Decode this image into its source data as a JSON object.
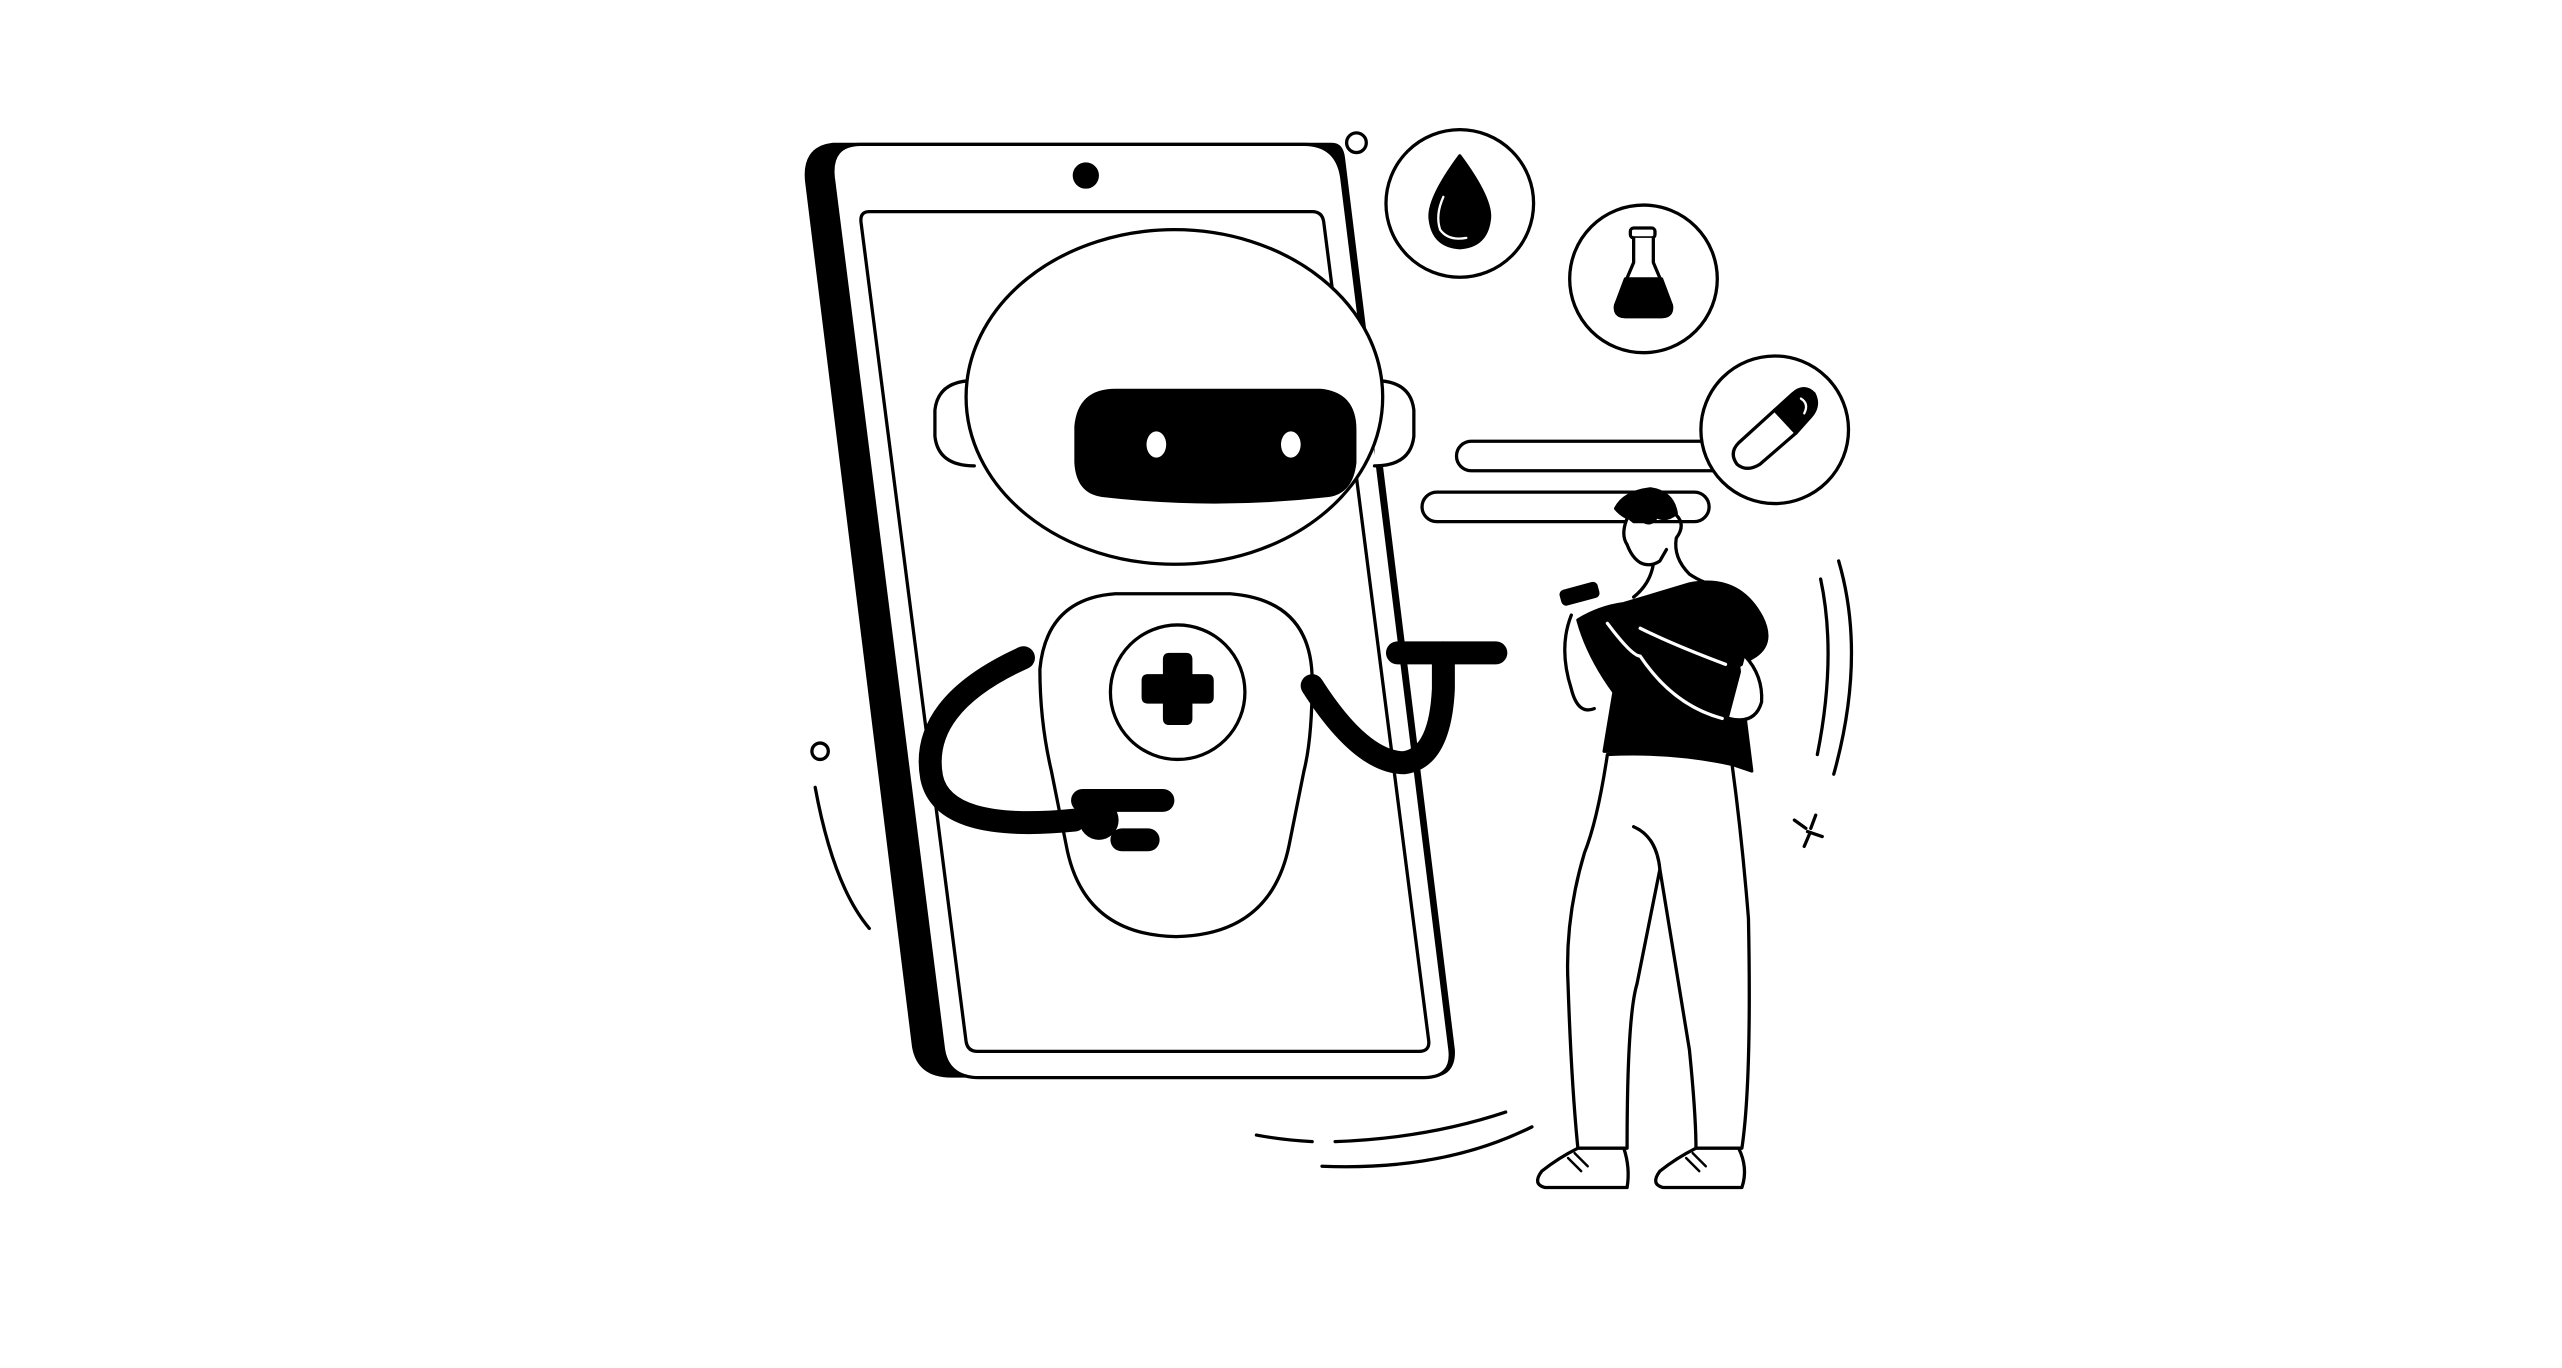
{
  "illustration": {
    "subject": "AI medical chatbot robot emerging from smartphone, man using phone",
    "colors": {
      "background": "#ffffff",
      "ink": "#000000",
      "fill": "#ffffff"
    },
    "icons": [
      {
        "name": "blood-drop-icon"
      },
      {
        "name": "lab-flask-icon"
      },
      {
        "name": "pill-capsule-icon"
      },
      {
        "name": "medical-cross-icon"
      }
    ],
    "elements": [
      "smartphone",
      "robot",
      "chat-bubbles",
      "man-with-phone"
    ]
  }
}
